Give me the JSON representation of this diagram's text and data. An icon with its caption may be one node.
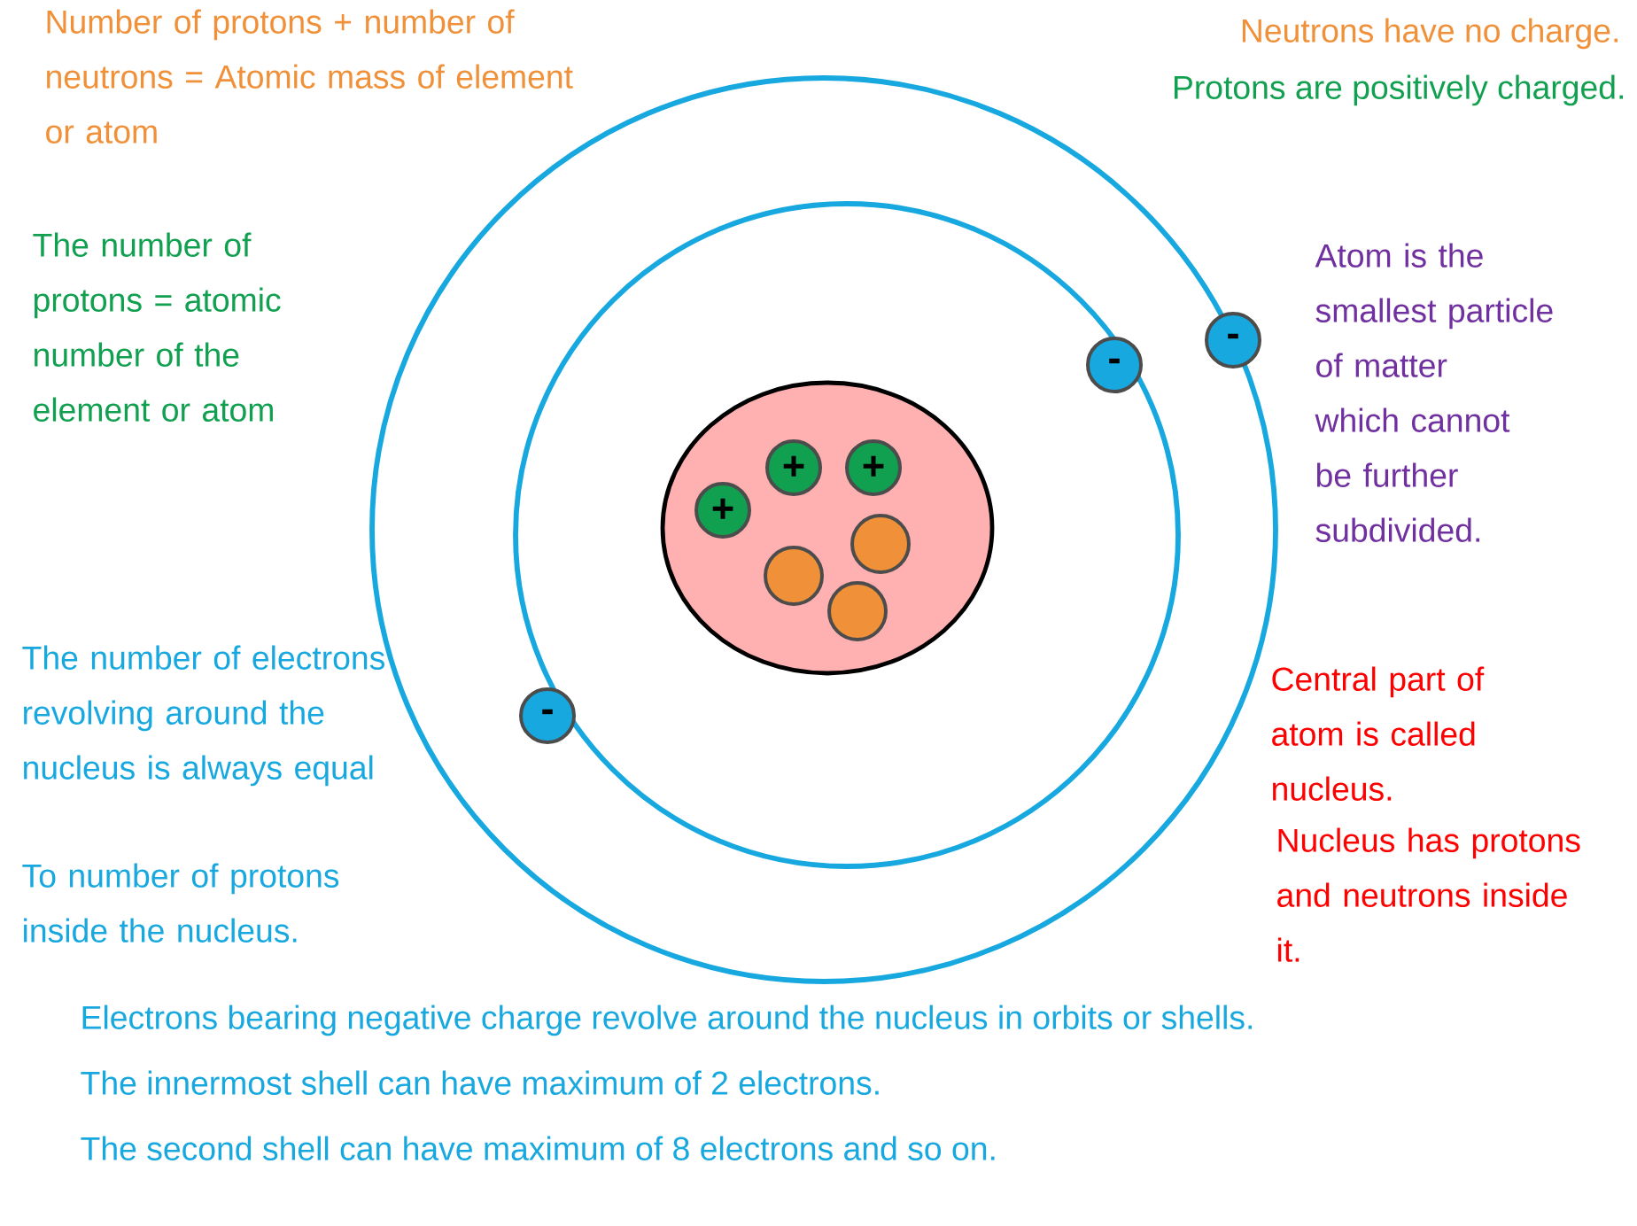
{
  "diagram": {
    "nodes": [
      {
        "text": [],
        "shape": "ellipse"
      },
      {
        "text": [
          "+"
        ],
        "in": 0
      },
      {
        "text": [
          "+"
        ],
        "in": 0
      },
      {
        "text": [
          "+"
        ],
        "in": 0
      },
      {
        "text": [],
        "shape": "circle",
        "in": 0
      },
      {
        "text": [],
        "shape": "circle",
        "in": 0
      },
      {
        "text": [],
        "shape": "circle",
        "in": 0
      },
      {
        "text": [
          "-"
        ]
      },
      {
        "text": [
          "-"
        ]
      },
      {
        "text": [
          "-"
        ]
      }
    ],
    "edges": [],
    "labels": [
      "Number of protons + number of neutrons = Atomic mass of element or atom",
      "Neutrons have no charge.",
      "Protons are positively charged.",
      "The number of protons = atomic number of the element or atom",
      "Atom is the smallest particle of matter which cannot be further subdivided.",
      "The number of electrons revolving around the nucleus is always equal",
      "To number of protons inside the nucleus.",
      "Central part of atom is called nucleus.",
      "Nucleus has protons and neutrons inside it.",
      "Electrons bearing negative charge revolve around the nucleus in orbits or shells.",
      "The innermost shell can have maximum of 2 electrons.",
      "The second shell can have maximum of 8 electrons and so on."
    ]
  }
}
